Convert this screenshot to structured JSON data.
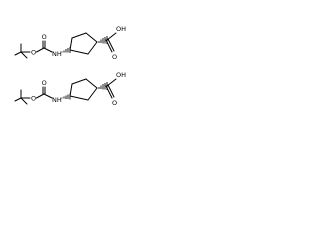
{
  "structures": [
    {
      "name": "boc-aminocyclopentane-carboxylic-acid-1",
      "labels": {
        "nh": "NH",
        "ester_o": "O",
        "carbonyl_o": "O",
        "acid_oh": "OH",
        "acid_o": "O"
      }
    },
    {
      "name": "boc-aminocyclopentane-carboxylic-acid-2",
      "labels": {
        "nh": "NH",
        "ester_o": "O",
        "carbonyl_o": "O",
        "acid_oh": "OH",
        "acid_o": "O"
      }
    }
  ]
}
